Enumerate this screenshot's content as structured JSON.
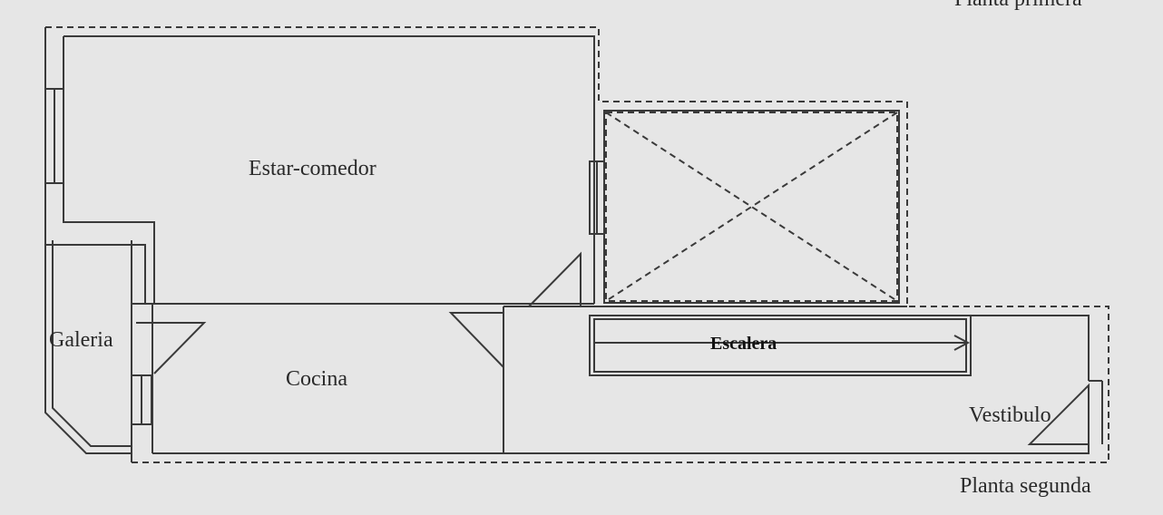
{
  "rooms": {
    "living_dining": "Estar-comedor",
    "gallery": "Galeria",
    "kitchen": "Cocina",
    "stairs": "Escalera",
    "vestibule": "Vestibulo"
  },
  "floors": {
    "first": "Planta primera",
    "second": "Planta segunda"
  },
  "colors": {
    "background": "#e6e6e6",
    "line": "#3a3a3a"
  }
}
